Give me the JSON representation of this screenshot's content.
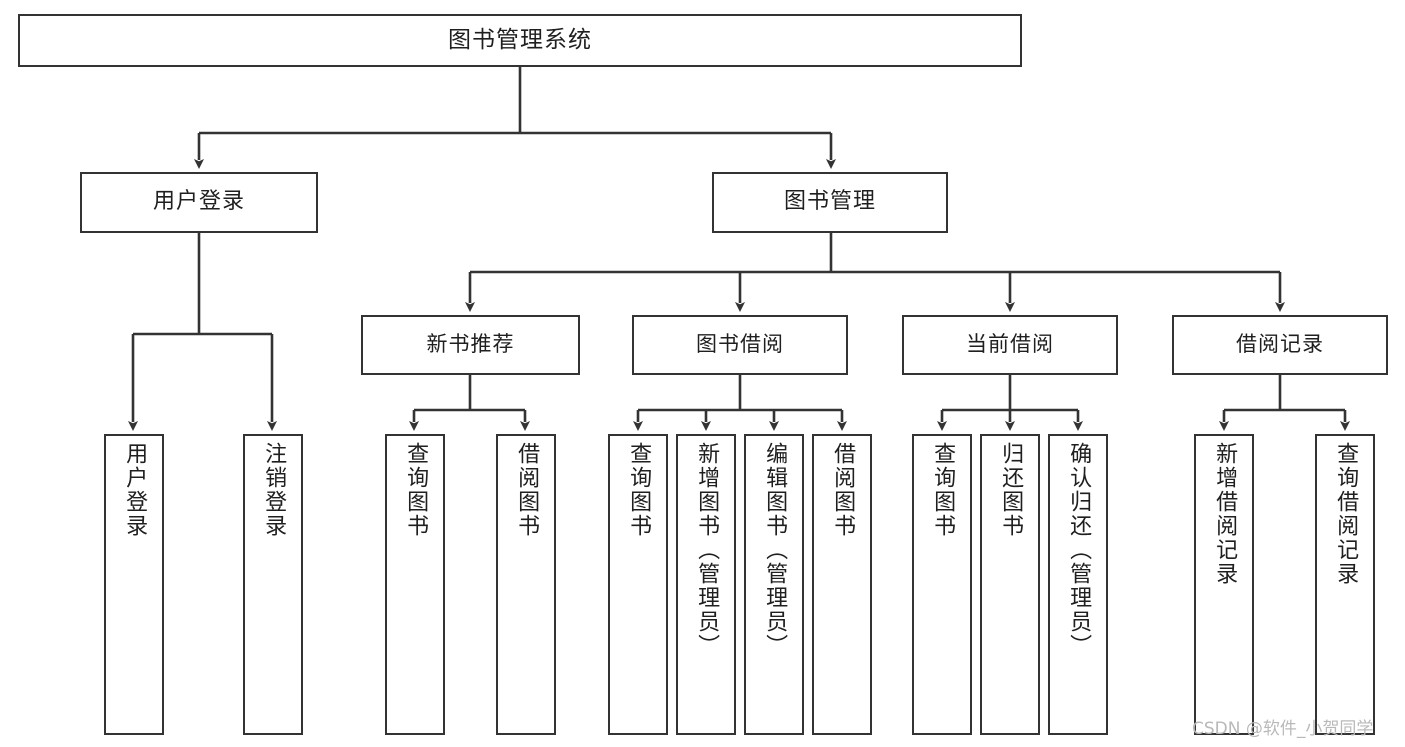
{
  "diagram": {
    "title": "图书管理系统",
    "type": "tree-hierarchy-diagram",
    "colors": {
      "background": "#ffffff",
      "box_border": "#333333",
      "box_fill": "#ffffff",
      "edge": "#333333",
      "text": "#1f1f1f",
      "watermark": "#b9b9b9"
    },
    "root": {
      "label": "图书管理系统"
    },
    "level1": [
      {
        "label": "用户登录"
      },
      {
        "label": "图书管理"
      }
    ],
    "level2": [
      {
        "label": "新书推荐"
      },
      {
        "label": "图书借阅"
      },
      {
        "label": "当前借阅"
      },
      {
        "label": "借阅记录"
      }
    ],
    "leaves": {
      "user_login": [
        {
          "label": "用户登录"
        },
        {
          "label": "注销登录"
        }
      ],
      "new_book_recommend": [
        {
          "label": "查询图书"
        },
        {
          "label": "借阅图书"
        }
      ],
      "book_borrow": [
        {
          "label": "查询图书"
        },
        {
          "label": "新增图书（管理员）"
        },
        {
          "label": "编辑图书（管理员）"
        },
        {
          "label": "借阅图书"
        }
      ],
      "current_borrow": [
        {
          "label": "查询图书"
        },
        {
          "label": "归还图书"
        },
        {
          "label": "确认归还（管理员）"
        }
      ],
      "borrow_record": [
        {
          "label": "新增借阅记录"
        },
        {
          "label": "查询借阅记录"
        }
      ]
    }
  },
  "watermark": {
    "text": "CSDN @软件_小贺同学"
  }
}
